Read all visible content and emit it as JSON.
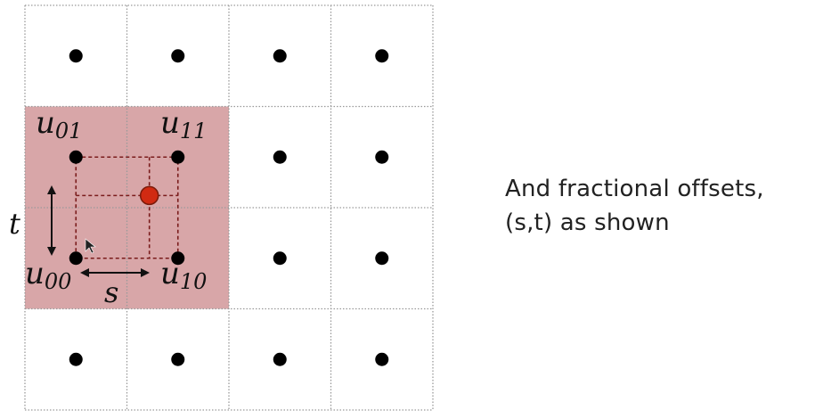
{
  "diagram": {
    "grid": {
      "cols": 4,
      "rows": 4
    },
    "highlight": {
      "col_start": 0,
      "row_start": 1,
      "cols": 2,
      "rows": 2
    },
    "sample_point": {
      "s": 0.72,
      "t": 0.62
    },
    "colors": {
      "highlight_fill": "#d8a6a8",
      "grid_line": "#9a9a9a",
      "dot": "#000000",
      "sample_fill": "#d12a12",
      "sample_stroke": "#7a1a0a",
      "dashed": "#7a1c1c"
    },
    "labels": {
      "u01": {
        "base": "u",
        "sub": "01"
      },
      "u11": {
        "base": "u",
        "sub": "11"
      },
      "u00": {
        "base": "u",
        "sub": "00"
      },
      "u10": {
        "base": "u",
        "sub": "10"
      },
      "s": "s",
      "t": "t"
    },
    "icons": [
      "cursor-arrow-icon"
    ]
  },
  "caption": {
    "line1": "And fractional offsets,",
    "line2": "(s,t) as shown"
  }
}
